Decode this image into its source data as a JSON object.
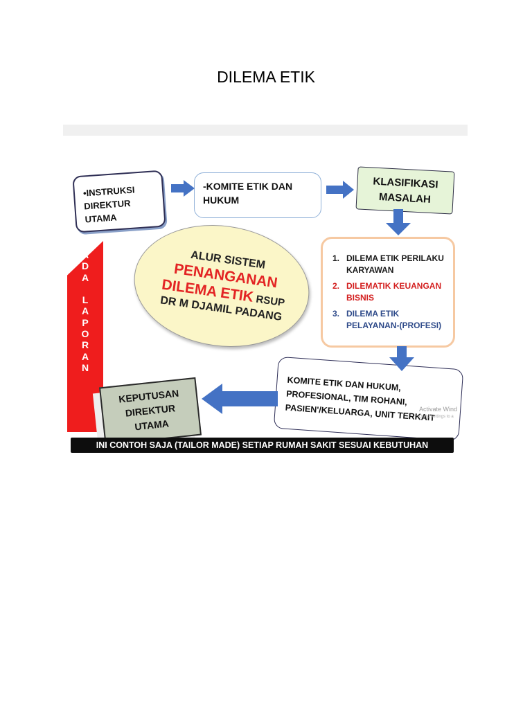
{
  "page_title": "DILEMA ETIK",
  "colors": {
    "arrow": "#4472c4",
    "side_bar": "#ef1d1d",
    "highlight_red": "#e32424",
    "item_blue": "#2f4b8a",
    "oval_fill": "#fbf6c8",
    "klasifikasi_fill": "#e6f4d8",
    "keputusan_fill": "#c5cdbb",
    "bottom_bar": "#0d0d0d"
  },
  "diagram": {
    "instruksi": "•INSTRUKSI\nDIREKTUR\nUTAMA",
    "komite": "-KOMITE  ETIK DAN\n       HUKUM",
    "klasifikasi": "KLASIFIKASI\nMASALAH",
    "oval": {
      "line1": "ALUR SISTEM",
      "line2": "PENANGANAN",
      "line3_red": "DILEMA ETIK",
      "line3_dark": " RSUP",
      "line4": "DR M DJAMIL PADANG"
    },
    "list": [
      {
        "num": "1.",
        "text": "DILEMA ETIK PERILAKU KARYAWAN"
      },
      {
        "num": "2.",
        "text": "DILEMATIK KEUANGAN BISNIS"
      },
      {
        "num": "3.",
        "text": "DILEMA ETIK PELAYANAN-(PROFESI)"
      }
    ],
    "komite_bottom": "KOMITE ETIK DAN HUKUM,\nPROFESIONAL, TIM ROHANI,\nPASIEN'/KELUARGA, UNIT TERKAIT",
    "side_label": "A\nD\nA\n\nL\nA\nP\nO\nR\nA\nN",
    "keputusan": "KEPUTUSAN\nDIREKTUR\nUTAMA",
    "bottom_note": "INI CONTOH SAJA (TAILOR MADE)  SETIAP RUMAH SAKIT SESUAI KEBUTUHAN",
    "watermark": "Activate Wind",
    "watermark_sub": "Go to Settings to a"
  }
}
